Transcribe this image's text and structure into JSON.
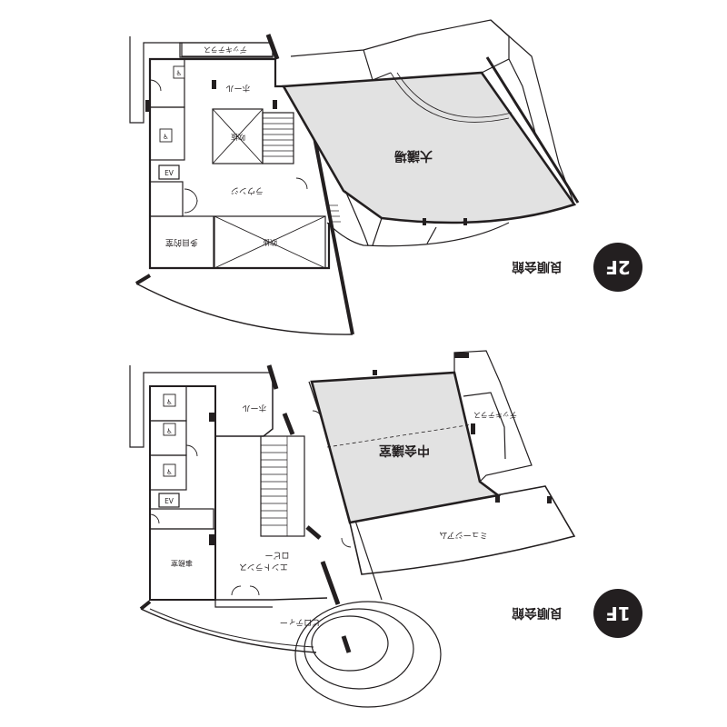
{
  "floor2": {
    "badge": "2F",
    "hall_name": "良順会館",
    "labels": {
      "deck_terrace": "デッキテラス",
      "hall_foyer": "ホール",
      "stair_well_upper": "吹抜",
      "stair_well_lower": "吹抜",
      "lounge": "ラウンジ",
      "multipurpose": "多目的室",
      "main_hall": "大議場",
      "elevator": "EV"
    }
  },
  "floor1": {
    "badge": "1F",
    "hall_name": "良順会館",
    "labels": {
      "hall_foyer": "ホール",
      "mid_hall": "中会議室",
      "deck_terrace": "デッキテラス",
      "museum": "ミュージアム",
      "entrance_lobby_1": "エントランス",
      "entrance_lobby_2": "ロビー",
      "office": "事務室",
      "piloti": "ピロティー",
      "elevator": "EV"
    }
  },
  "colors": {
    "ink": "#231f20",
    "hall_gray": "#e2e2e2",
    "background": "#ffffff"
  },
  "icons": {
    "restroom": "toilet-icon",
    "accessible_restroom": "wheelchair-icon"
  }
}
